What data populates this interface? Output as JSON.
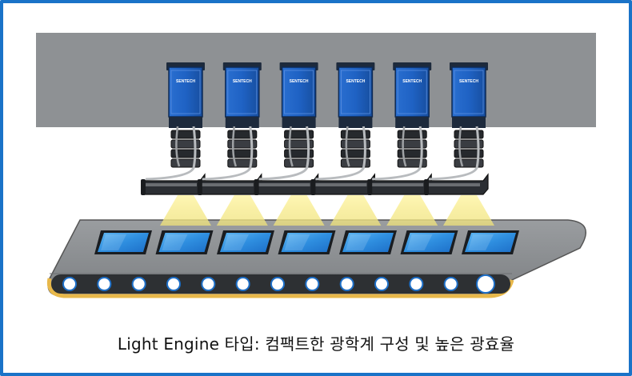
{
  "caption": "Light Engine 타입: 컴팩트한 광학계 구성 및 높은 광효율",
  "camera_brand": "SENTECH",
  "camera_count": 6,
  "panel_count": 7,
  "roller_count": 13,
  "colors": {
    "frame_border": "#1a73c8",
    "top_beam": "#8e9194",
    "camera_blue": "#1f62c4",
    "camera_dark": "#1d2a3c",
    "light_beam": "#f3e98a",
    "conveyor_gray": "#8a8d90",
    "conveyor_edge": "#e8b84a",
    "panel_blue": "#2e8fe0"
  }
}
